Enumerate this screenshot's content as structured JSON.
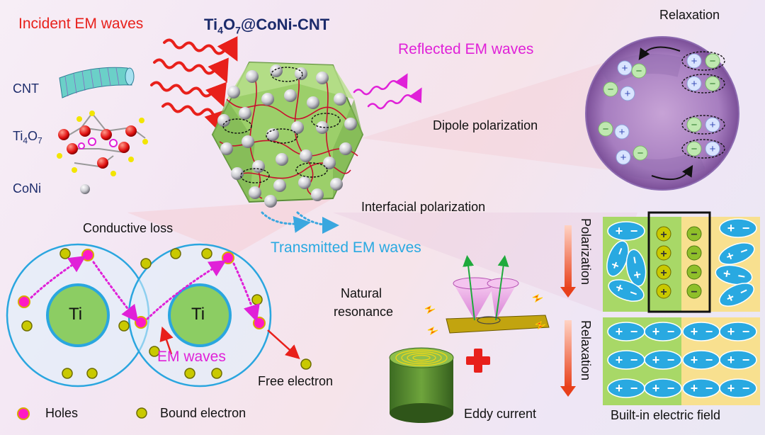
{
  "title": "Ti4O7@CoNi-CNT",
  "labels": {
    "incident": "Incident EM waves",
    "reflected": "Reflected EM waves",
    "transmitted": "Transmitted EM waves",
    "cnt": "CNT",
    "ti4o7": "Ti4O7",
    "coni": "CoNi",
    "relaxation_top": "Relaxation",
    "dipole": "Dipole polarization",
    "interfacial": "Interfacial polarization",
    "conductive": "Conductive loss",
    "ti_left": "Ti",
    "ti_right": "Ti",
    "em_waves": "EM waves",
    "free_electron": "Free electron",
    "holes": "Holes",
    "bound_electron": "Bound electron",
    "natural_resonance_1": "Natural",
    "natural_resonance_2": "resonance",
    "eddy": "Eddy current",
    "polarization_vert": "Polarization",
    "relaxation_vert": "Relaxation",
    "built_in": "Built-in electric field"
  },
  "colors": {
    "red": "#e8201b",
    "magenta": "#e021d8",
    "cyan": "#29a9e1",
    "navy": "#1c2b6b",
    "green": "#6fbf5a",
    "ti_blue": "#2aa6df",
    "hole": "#ff19c4",
    "electron": "#c9c900",
    "purple": "#8a58a8"
  }
}
